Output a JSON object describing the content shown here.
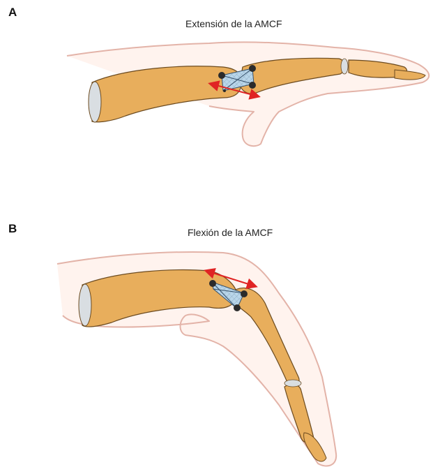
{
  "panels": [
    {
      "letter": "A",
      "title": "Extensión de la AMCF"
    },
    {
      "letter": "B",
      "title": "Flexión de la AMCF"
    }
  ],
  "colors": {
    "bone": "#E8AE5C",
    "bone_outline": "#6b4a1f",
    "skin": "#FFF3EE",
    "skin_outline": "#E3B3A8",
    "cartilage": "#D9DEE2",
    "implant": "#B9D6EA",
    "screw": "#2b2b2b",
    "arrow": "#E02424"
  }
}
